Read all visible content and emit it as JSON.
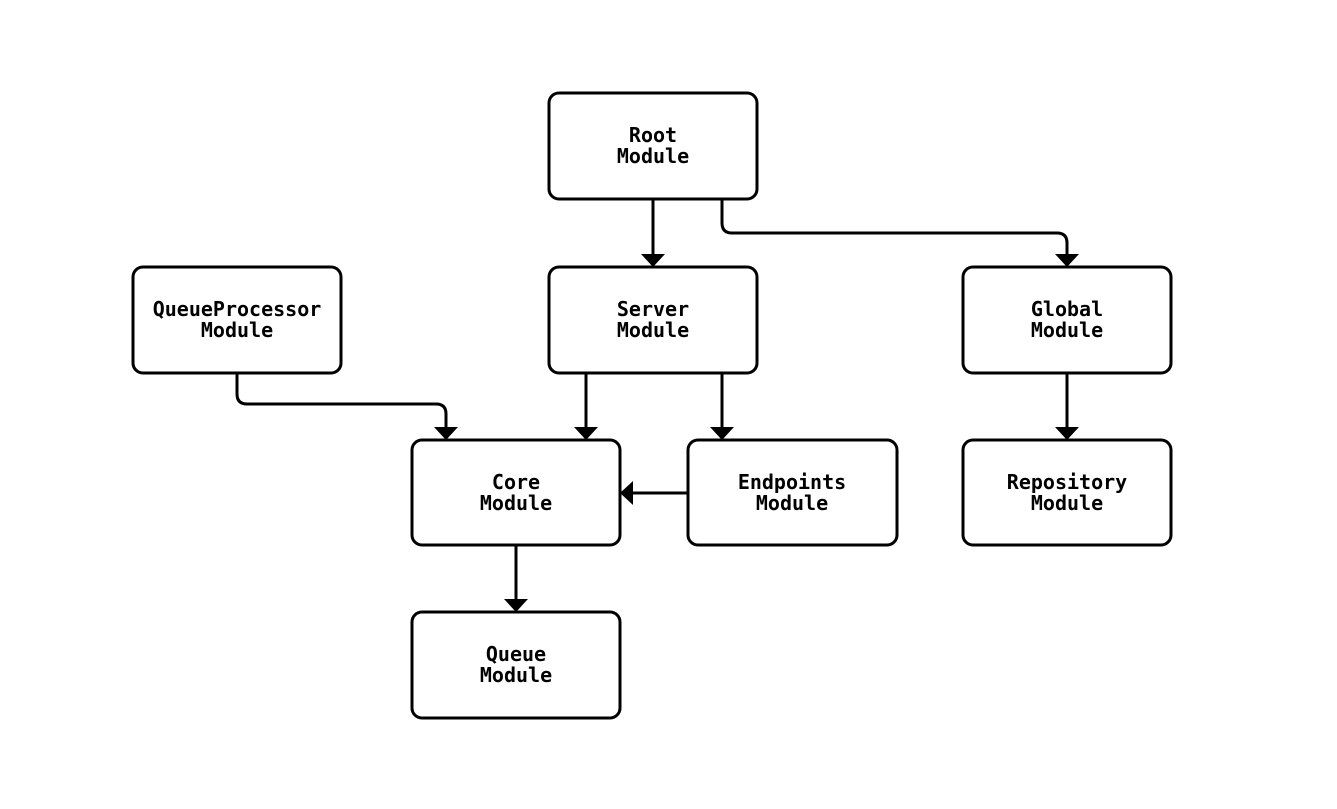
{
  "diagram": {
    "type": "flowchart",
    "nodes": [
      {
        "id": "root",
        "line1": "Root",
        "line2": "Module"
      },
      {
        "id": "queueprocessor",
        "line1": "QueueProcessor",
        "line2": "Module"
      },
      {
        "id": "server",
        "line1": "Server",
        "line2": "Module"
      },
      {
        "id": "global",
        "line1": "Global",
        "line2": "Module"
      },
      {
        "id": "core",
        "line1": "Core",
        "line2": "Module"
      },
      {
        "id": "endpoints",
        "line1": "Endpoints",
        "line2": "Module"
      },
      {
        "id": "repository",
        "line1": "Repository",
        "line2": "Module"
      },
      {
        "id": "queue",
        "line1": "Queue",
        "line2": "Module"
      }
    ],
    "edges": [
      {
        "from": "root",
        "to": "server"
      },
      {
        "from": "root",
        "to": "global"
      },
      {
        "from": "queueprocessor",
        "to": "core"
      },
      {
        "from": "server",
        "to": "core"
      },
      {
        "from": "server",
        "to": "endpoints"
      },
      {
        "from": "global",
        "to": "repository"
      },
      {
        "from": "endpoints",
        "to": "core"
      },
      {
        "from": "core",
        "to": "queue"
      }
    ],
    "colors": {
      "background": "#ffffff",
      "node_fill": "#ffffff",
      "node_border": "#000000",
      "edge": "#000000",
      "text": "#000000"
    }
  }
}
